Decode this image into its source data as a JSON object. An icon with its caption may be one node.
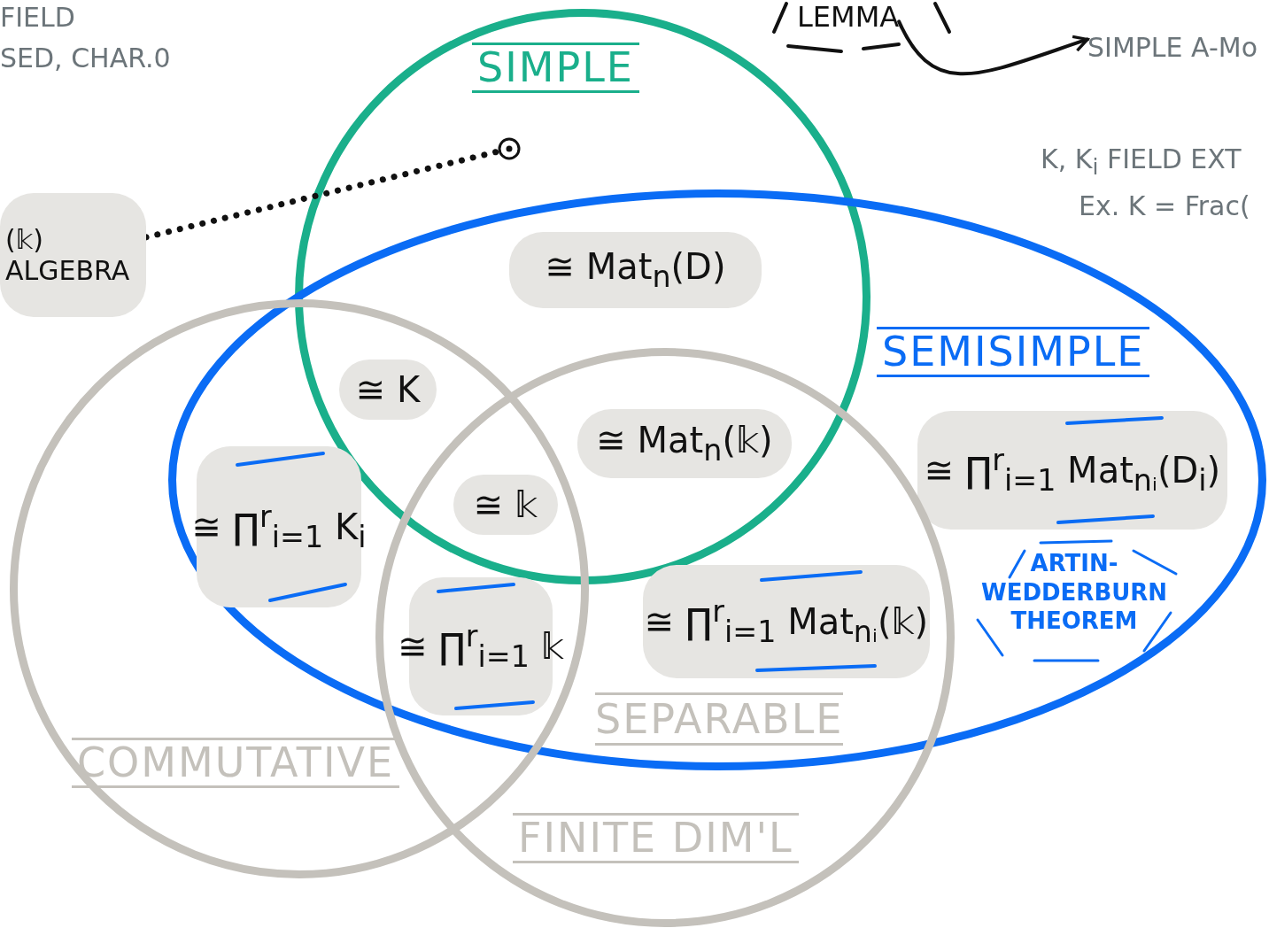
{
  "diagram": {
    "nodes": [
      {
        "text": [
          "SIMPLE"
        ]
      },
      {
        "text": [
          "SEMISIMPLE"
        ]
      },
      {
        "text": [
          "COMMUTATIVE"
        ]
      },
      {
        "text": [
          "FINITE DIM'L"
        ]
      },
      {
        "text": [
          "≅ Mat$_{n}$(D)"
        ]
      },
      {
        "text": [
          "≅ K"
        ]
      },
      {
        "text": [
          "≅ Mat$_{n}$(𝕜)"
        ]
      },
      {
        "text": [
          "≅ 𝕜"
        ]
      },
      {
        "text": [
          "≅ ∏$^{r}$$_{i=1}$ K$_{i}$"
        ]
      },
      {
        "text": [
          "≅ ∏$^{r}$$_{i=1}$ 𝕜"
        ]
      },
      {
        "text": [
          "≅ ∏$^{r}$$_{i=1}$ Mat$_{nᵢ}$(𝕜)"
        ]
      },
      {
        "text": [
          "≅ ∏$^{r}$$_{i=1}$ Mat$_{nᵢ}$(D$_{i}$)"
        ],
        "in": 1
      },
      {
        "text": [
          "(𝕜)",
          "ALGEBRA"
        ]
      },
      {
        "text": [],
        "shape": "circle",
        "in": 0
      },
      {
        "text": [
          "LEMMA"
        ]
      },
      {
        "text": [
          "SIMPLE A-Mo"
        ]
      }
    ],
    "edges": [
      {
        "from": 12,
        "to": 13,
        "arrow": "none",
        "style": "dashed"
      },
      {
        "from": 14,
        "to": 15,
        "arrow": "to"
      }
    ],
    "labels": [
      "FIELD",
      "SED, CHAR.0",
      "K, K$_{i}$ FIELD EXT",
      "Ex. K = Frac(",
      "ARTIN-WEDDERBURN THEOREM",
      "SEPARABLE"
    ]
  }
}
